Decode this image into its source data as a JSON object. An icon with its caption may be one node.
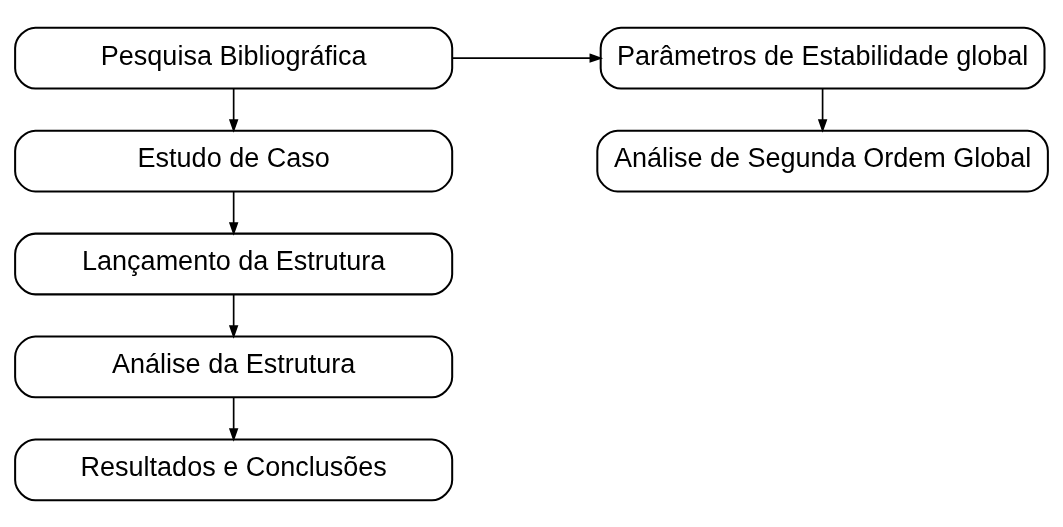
{
  "diagram": {
    "nodes": [
      {
        "text": [
          "Pesquisa Bibliográfica"
        ]
      },
      {
        "text": [
          "Estudo de Caso"
        ]
      },
      {
        "text": [
          "Lançamento da Estrutura"
        ]
      },
      {
        "text": [
          "Análise da Estrutura"
        ]
      },
      {
        "text": [
          "Resultados e Conclusões"
        ]
      },
      {
        "text": [
          "Parâmetros de Estabilidade global"
        ]
      },
      {
        "text": [
          "Análise de Segunda Ordem Global"
        ]
      }
    ],
    "edges": [
      {
        "from": 0,
        "to": 1,
        "arrow": "to"
      },
      {
        "from": 1,
        "to": 2,
        "arrow": "to"
      },
      {
        "from": 2,
        "to": 3,
        "arrow": "to"
      },
      {
        "from": 3,
        "to": 4,
        "arrow": "to"
      },
      {
        "from": 0,
        "to": 5,
        "arrow": "to"
      },
      {
        "from": 5,
        "to": 6,
        "arrow": "to"
      }
    ]
  }
}
